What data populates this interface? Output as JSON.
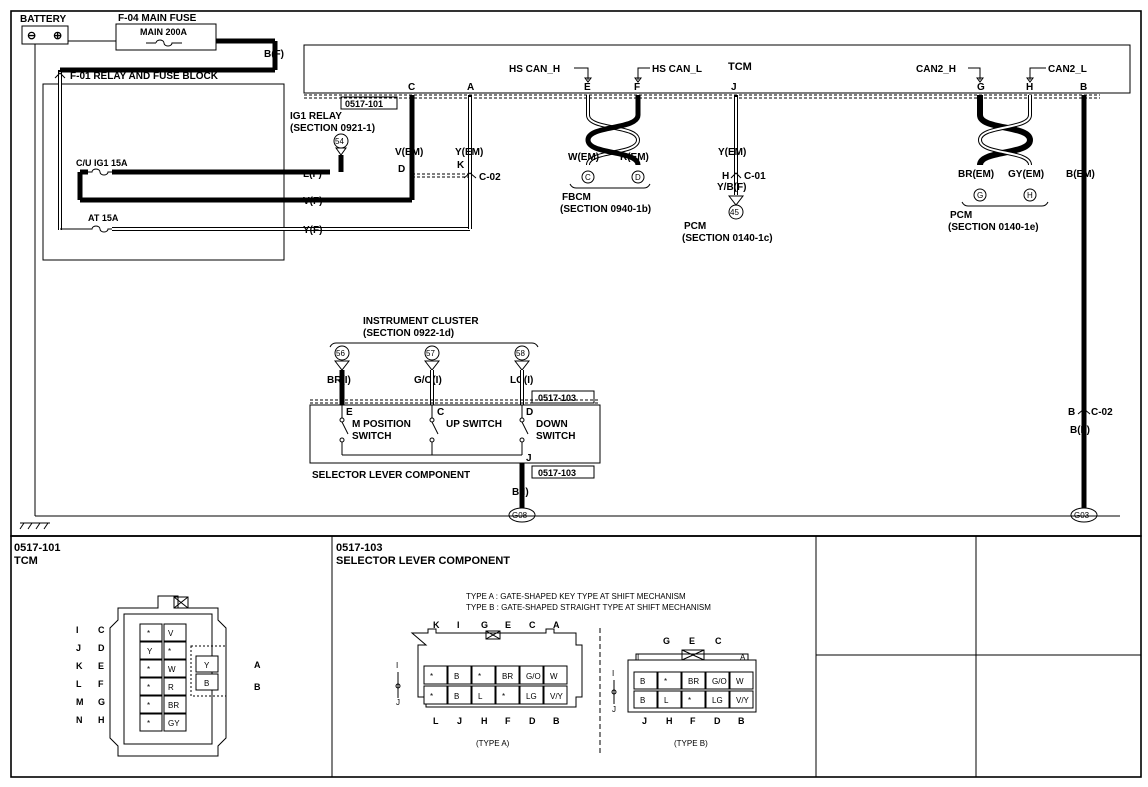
{
  "battery": {
    "label": "BATTERY",
    "neg": "⊖",
    "pos": "⊕"
  },
  "main_fuse": {
    "label": "F-04  MAIN FUSE",
    "value": "MAIN 200A"
  },
  "relay_block": {
    "label": "F-01  RELAY AND FUSE BLOCK",
    "fuse1": "C/U IG1 15A",
    "fuse2": "AT 15A"
  },
  "tcm": {
    "label": "TCM",
    "connector_ref": "0517-101",
    "pins": {
      "c": "C",
      "a": "A",
      "e": "E",
      "f": "F",
      "j": "J",
      "g": "G",
      "h": "H",
      "b": "B"
    },
    "hs_can_h": "HS CAN_H",
    "hs_can_l": "HS CAN_L",
    "can2_h": "CAN2_H",
    "can2_l": "CAN2_L"
  },
  "ig1_relay": {
    "label": "IG1 RELAY",
    "section": "(SECTION 0921-1)",
    "terminal": "54"
  },
  "wires": {
    "bf_top": "B(F)",
    "lf": "L(F)",
    "vf": "V(F)",
    "yf": "Y(F)",
    "v_em": "V(EM)",
    "y_em_a": "Y(EM)",
    "pin_d": "D",
    "pin_k": "K",
    "c02": "C-02",
    "w_em": "W(EM)",
    "r_em": "R(EM)",
    "y_em_j": "Y(EM)",
    "pin_h": "H",
    "c01": "C-01",
    "ybf": "Y/B(F)",
    "br_em": "BR(EM)",
    "gy_em": "GY(EM)",
    "b_em": "B(EM)",
    "b_c02_pin": "B",
    "b_c02": "C-02",
    "bf_right": "B(F)",
    "bi": "B(I)"
  },
  "fbcm": {
    "label": "FBCM",
    "section": "(SECTION 0940-1b)",
    "t1": "C",
    "t2": "D"
  },
  "pcm1": {
    "label": "PCM",
    "section": "(SECTION 0140-1c)",
    "terminal": "45"
  },
  "pcm2": {
    "label": "PCM",
    "section": "(SECTION 0140-1e)",
    "t1": "G",
    "t2": "H"
  },
  "cluster": {
    "label": "INSTRUMENT CLUSTER",
    "section": "(SECTION 0922-1d)",
    "t1": "56",
    "t2": "57",
    "t3": "58",
    "w1": "BR(I)",
    "w2": "G/O(I)",
    "w3": "LG(I)"
  },
  "selector": {
    "label": "SELECTOR LEVER COMPONENT",
    "connector_ref": "0517-103",
    "pin_e": "E",
    "pin_c": "C",
    "pin_d": "D",
    "pin_j": "J",
    "m_switch_1": "M POSITION",
    "m_switch_2": "SWITCH",
    "up_switch": "UP SWITCH",
    "down_switch_1": "DOWN",
    "down_switch_2": "SWITCH"
  },
  "grounds": {
    "g08": "G08",
    "g03": "G03"
  },
  "bottom": {
    "tcm_ref": "0517-101",
    "tcm_name": "TCM",
    "sel_ref": "0517-103",
    "sel_name": "SELECTOR LEVER COMPONENT",
    "type_a_desc": "TYPE A : GATE-SHAPED KEY TYPE AT SHIFT MECHANISM",
    "type_b_desc": "TYPE B : GATE-SHAPED STRAIGHT TYPE AT SHIFT MECHANISM",
    "type_a": "(TYPE A)",
    "type_b": "(TYPE B)",
    "tcm_left_labels": [
      [
        "I",
        "C"
      ],
      [
        "J",
        "D"
      ],
      [
        "K",
        "E"
      ],
      [
        "L",
        "F"
      ],
      [
        "M",
        "G"
      ],
      [
        "N",
        "H"
      ]
    ],
    "tcm_right_labels": [
      "A",
      "B"
    ],
    "tcm_col1": [
      "*",
      "Y",
      "*",
      "*",
      "*",
      "*"
    ],
    "tcm_col2": [
      "V",
      "*",
      "W",
      "R",
      "BR",
      "GY"
    ],
    "tcm_col3": [
      "Y",
      "B"
    ],
    "type_a_top": [
      "K",
      "I",
      "G",
      "E",
      "C",
      "A"
    ],
    "type_a_bottom": [
      "L",
      "J",
      "H",
      "F",
      "D",
      "B"
    ],
    "type_a_row1": [
      "*",
      "B",
      "*",
      "BR",
      "G/O",
      "W"
    ],
    "type_a_row2": [
      "*",
      "B",
      "L",
      "*",
      "LG",
      "V/Y"
    ],
    "type_b_top": [
      "G",
      "E",
      "C"
    ],
    "type_b_top_side": [
      "I",
      "A"
    ],
    "type_b_bottom": [
      "J",
      "H",
      "F",
      "D",
      "B"
    ],
    "type_b_row1": [
      "B",
      "*",
      "BR",
      "G/O",
      "W"
    ],
    "type_b_row2": [
      "B",
      "L",
      "*",
      "LG",
      "V/Y"
    ],
    "ij_i": "I",
    "ij_j": "J"
  }
}
